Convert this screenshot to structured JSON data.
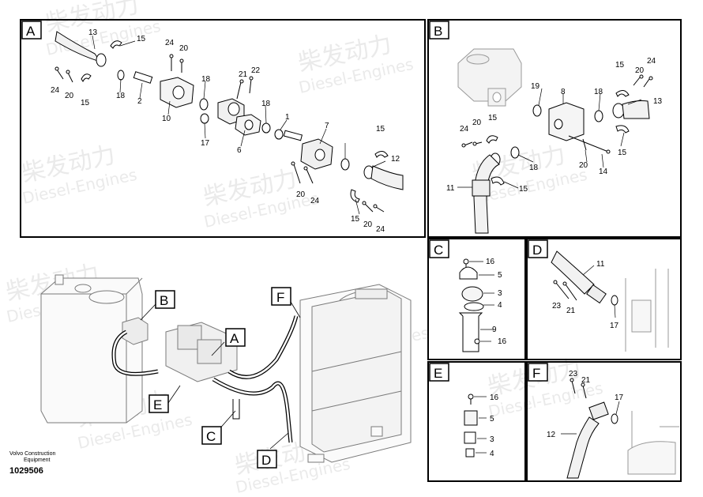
{
  "watermark": {
    "cn": "柴发动力",
    "en": "Diesel-Engines"
  },
  "brand": {
    "line1": "Volvo Construction",
    "line2": "Equipment",
    "doc_number": "1029506"
  },
  "panels": {
    "A": {
      "letter": "A",
      "callouts": {
        "c13": "13",
        "c15a": "15",
        "c24a": "24",
        "c20a": "20",
        "c24b": "24",
        "c20b": "20",
        "c15b": "15",
        "c18a": "18",
        "c2": "2",
        "c18b": "18",
        "c10": "10",
        "c17": "17",
        "c21": "21",
        "c22": "22",
        "c18c": "18",
        "c6": "6",
        "c1": "1",
        "c7": "7",
        "c15c": "15",
        "c12": "12",
        "c20c": "20",
        "c24c": "24",
        "c15d": "15",
        "c20d": "20",
        "c24d": "24"
      }
    },
    "B": {
      "letter": "B",
      "callouts": {
        "c15a": "15",
        "c20a": "20",
        "c24a": "24",
        "c19": "19",
        "c8": "8",
        "c18a": "18",
        "c13": "13",
        "c24b": "24",
        "c20b": "20",
        "c15b": "15",
        "c15c": "15",
        "c18b": "18",
        "c20c": "20",
        "c14": "14",
        "c11": "11",
        "c15d": "15"
      }
    },
    "C": {
      "letter": "C",
      "callouts": {
        "c16a": "16",
        "c5": "5",
        "c3": "3",
        "c4": "4",
        "c9": "9",
        "c16b": "16"
      }
    },
    "D": {
      "letter": "D",
      "callouts": {
        "c11": "11",
        "c23": "23",
        "c21": "21",
        "c17": "17"
      }
    },
    "E": {
      "letter": "E",
      "callouts": {
        "c16": "16",
        "c5": "5",
        "c3": "3",
        "c4": "4"
      }
    },
    "F": {
      "letter": "F",
      "callouts": {
        "c23": "23",
        "c21": "21",
        "c17": "17",
        "c12": "12"
      }
    }
  },
  "overview": {
    "flags": {
      "A": "A",
      "B": "B",
      "C": "C",
      "D": "D",
      "E": "E",
      "F": "F"
    }
  }
}
